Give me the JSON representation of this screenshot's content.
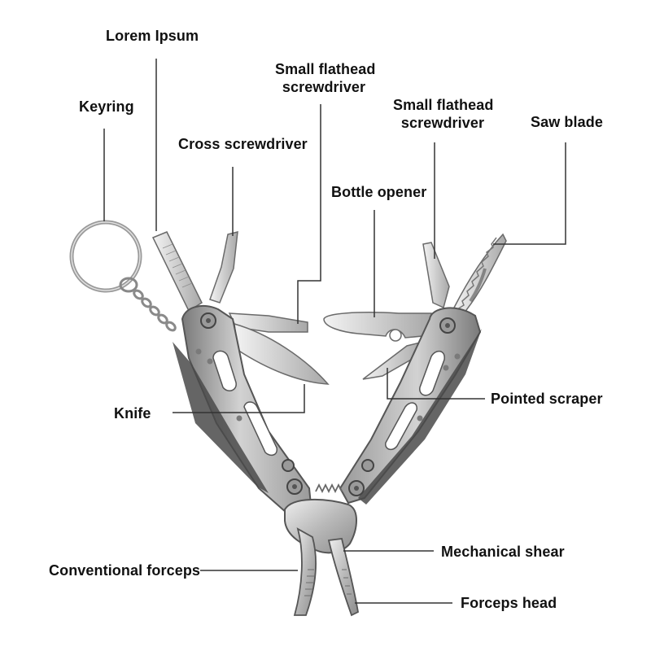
{
  "labels": {
    "lorem_ipsum": "Lorem Ipsum",
    "keyring": "Keyring",
    "small_flathead_left_1": "Small flathead",
    "small_flathead_left_2": "screwdriver",
    "small_flathead_right_1": "Small flathead",
    "small_flathead_right_2": "screwdriver",
    "cross_screwdriver": "Cross screwdriver",
    "saw_blade": "Saw blade",
    "bottle_opener": "Bottle opener",
    "pointed_scraper": "Pointed scraper",
    "knife": "Knife",
    "mechanical_shear": "Mechanical shear",
    "conventional_forceps": "Conventional forceps",
    "forceps_head": "Forceps head"
  },
  "colors": {
    "metal_light": "#d9d9d9",
    "metal_mid": "#a9a9a9",
    "metal_dark": "#5e5e5e",
    "leader_line": "#333333",
    "text": "#111111"
  }
}
